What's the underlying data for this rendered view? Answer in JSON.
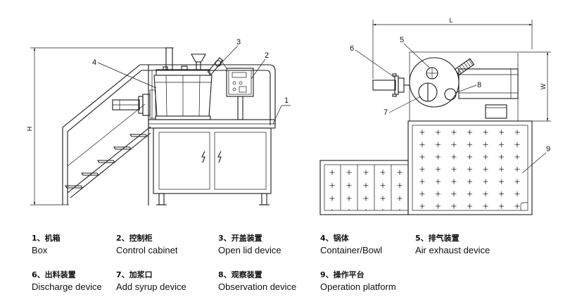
{
  "dimensions": {
    "height_label": "H",
    "length_label": "L",
    "width_label": "W"
  },
  "callouts": {
    "box": "1",
    "control_cabinet": "2",
    "open_lid_device": "3",
    "container_bowl": "4",
    "air_exhaust_device": "5",
    "discharge_device": "6",
    "add_syrup_device": "7",
    "observation_device": "8",
    "operation_platform": "9"
  },
  "legend": [
    {
      "zh": "1、机箱",
      "en": "Box"
    },
    {
      "zh": "2、控制柜",
      "en": "Control cabinet"
    },
    {
      "zh": "3、开盖装置",
      "en": "Open lid device"
    },
    {
      "zh": "4、锅体",
      "en": "Container/Bowl"
    },
    {
      "zh": "5、排气装置",
      "en": "Air exhaust device"
    },
    {
      "zh": "6、出料装置",
      "en": "Discharge device"
    },
    {
      "zh": "7、加浆口",
      "en": "Add syrup device"
    },
    {
      "zh": "8、观察装置",
      "en": "Observation device"
    },
    {
      "zh": "9、操作平台",
      "en": "Operation platform"
    }
  ],
  "colors": {
    "line": "#1a1a1a",
    "background": "#ffffff"
  }
}
